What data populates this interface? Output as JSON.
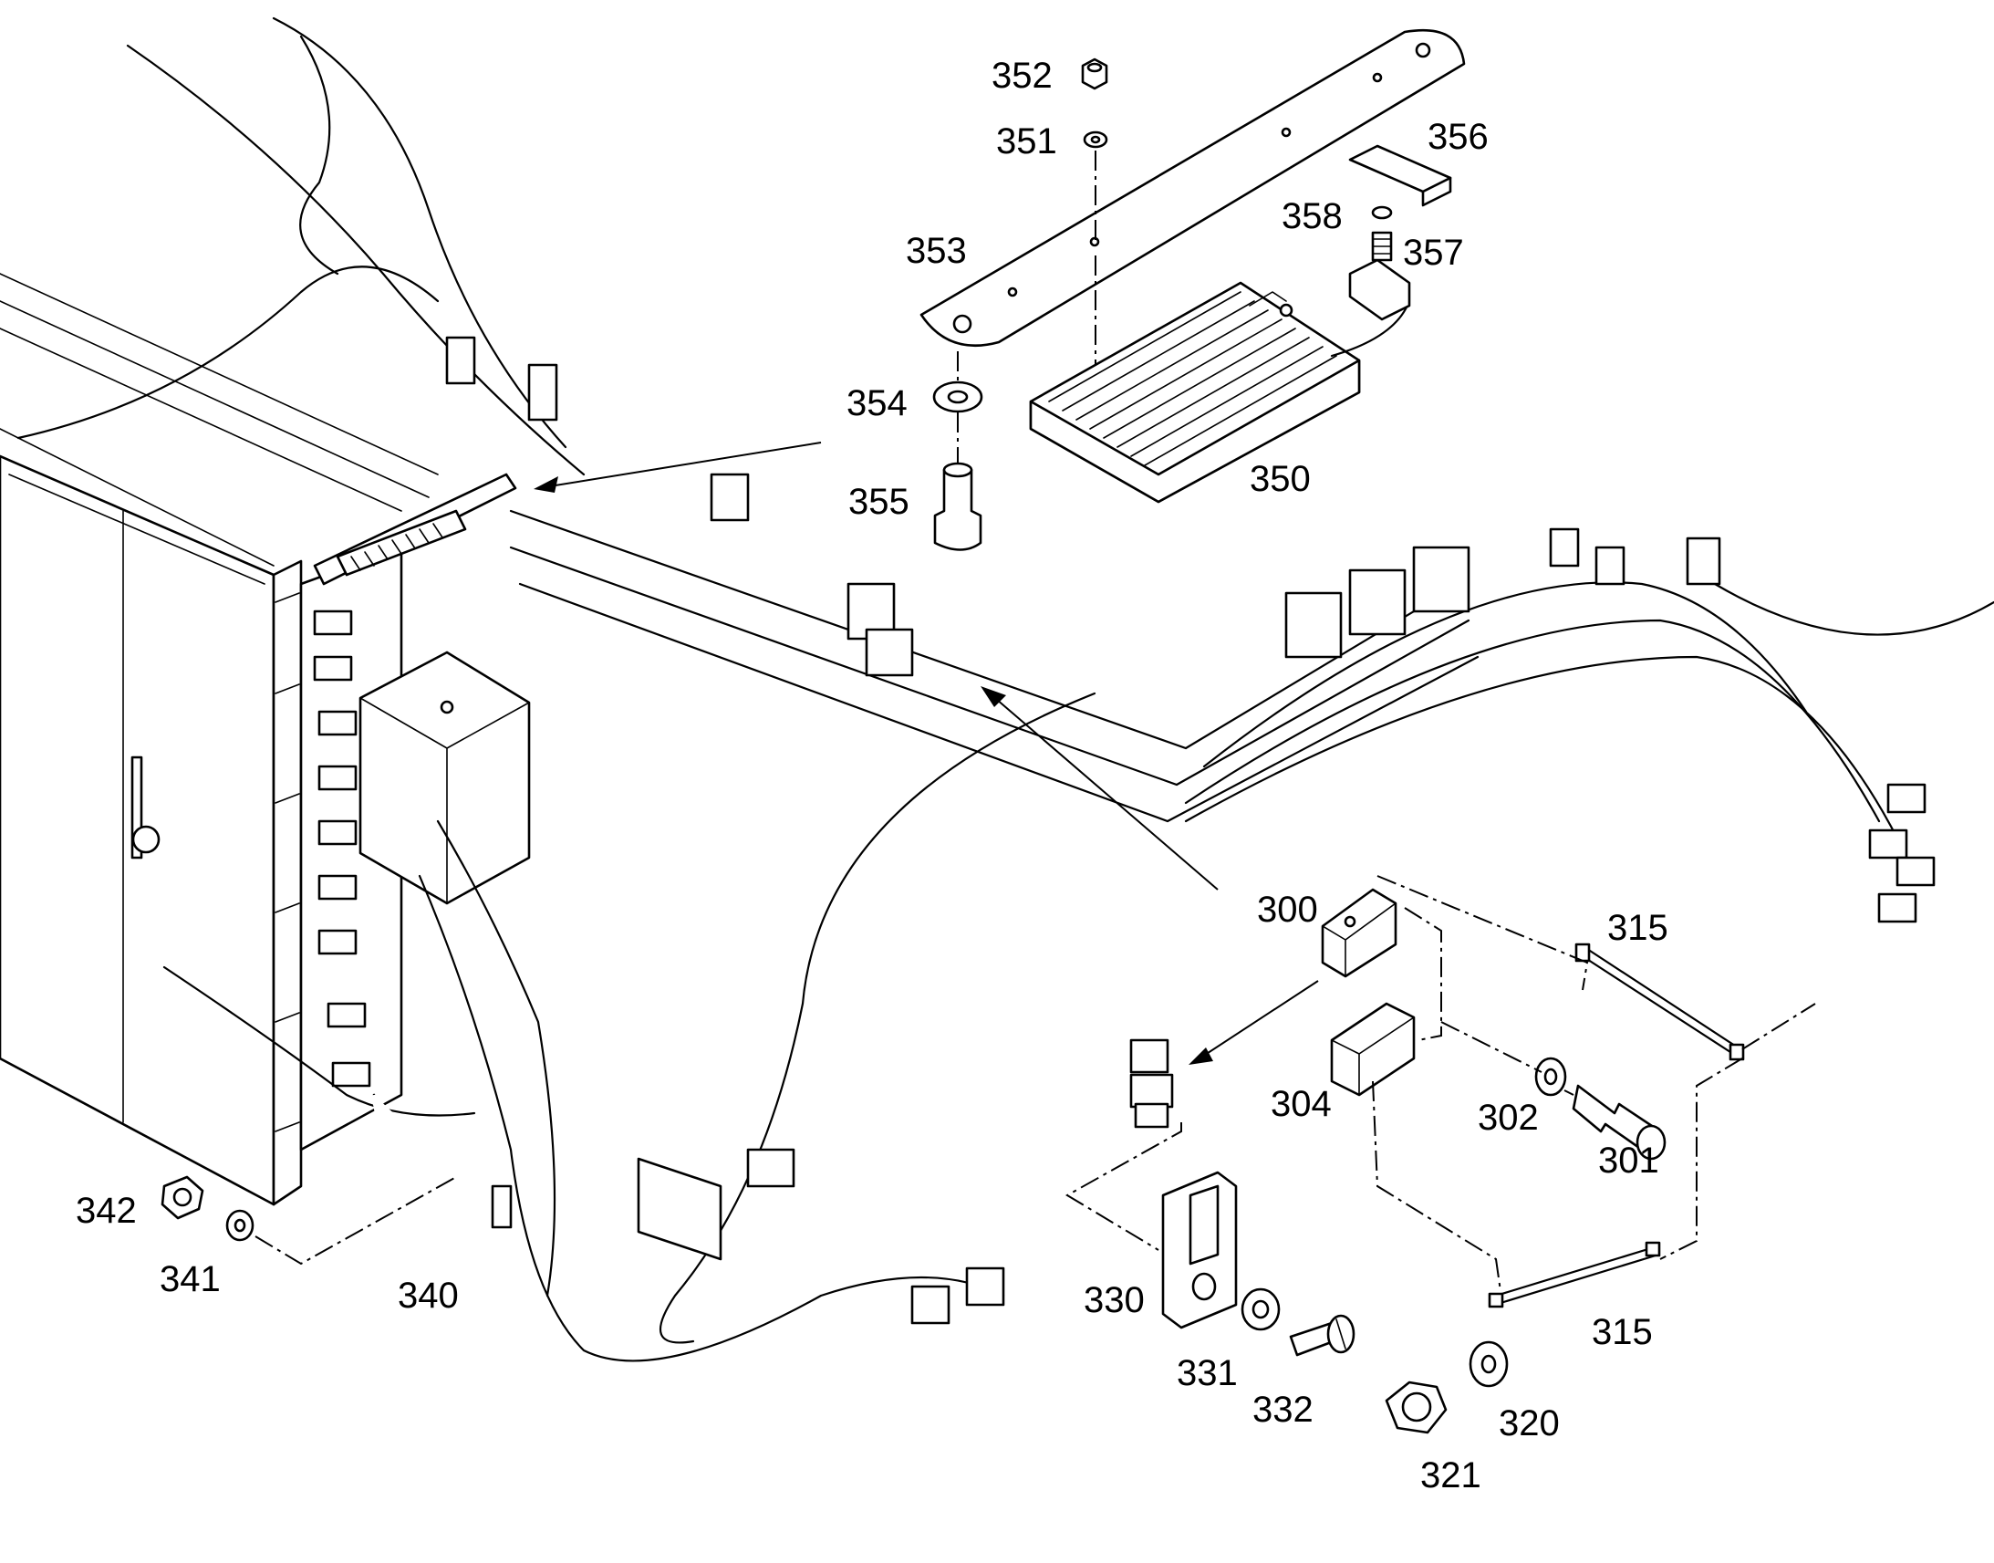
{
  "callouts": {
    "c300": "300",
    "c301": "301",
    "c302": "302",
    "c304": "304",
    "c315a": "315",
    "c315b": "315",
    "c320": "320",
    "c321": "321",
    "c330": "330",
    "c331": "331",
    "c332": "332",
    "c340": "340",
    "c341": "341",
    "c342": "342",
    "c350": "350",
    "c351": "351",
    "c352": "352",
    "c353": "353",
    "c354": "354",
    "c355": "355",
    "c356": "356",
    "c357": "357",
    "c358": "358"
  }
}
